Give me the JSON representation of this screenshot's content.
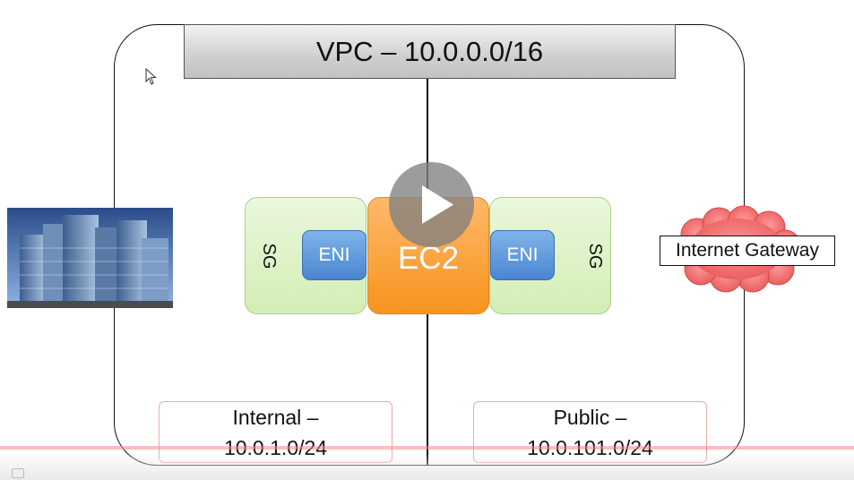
{
  "vpc": {
    "title": "VPC – 10.0.0.0/16"
  },
  "security_groups": {
    "left_label": "SG",
    "right_label": "SG"
  },
  "interfaces": {
    "left_label": "ENI",
    "right_label": "ENI"
  },
  "instance": {
    "label": "EC2"
  },
  "gateway": {
    "label": "Internet Gateway"
  },
  "subnets": {
    "internal": {
      "name": "Internal –",
      "cidr": "10.0.1.0/24"
    },
    "public": {
      "name": "Public –",
      "cidr": "10.0.101.0/24"
    }
  },
  "icons": {
    "play": "play-icon",
    "building": "office-building-icon",
    "cloud": "cloud-icon",
    "cursor": "mouse-cursor-icon"
  },
  "colors": {
    "sg_fill": "#d3eeb5",
    "eni_fill": "#4a86d0",
    "ec2_fill": "#f7941d",
    "cloud_fill": "#f06b6b"
  }
}
